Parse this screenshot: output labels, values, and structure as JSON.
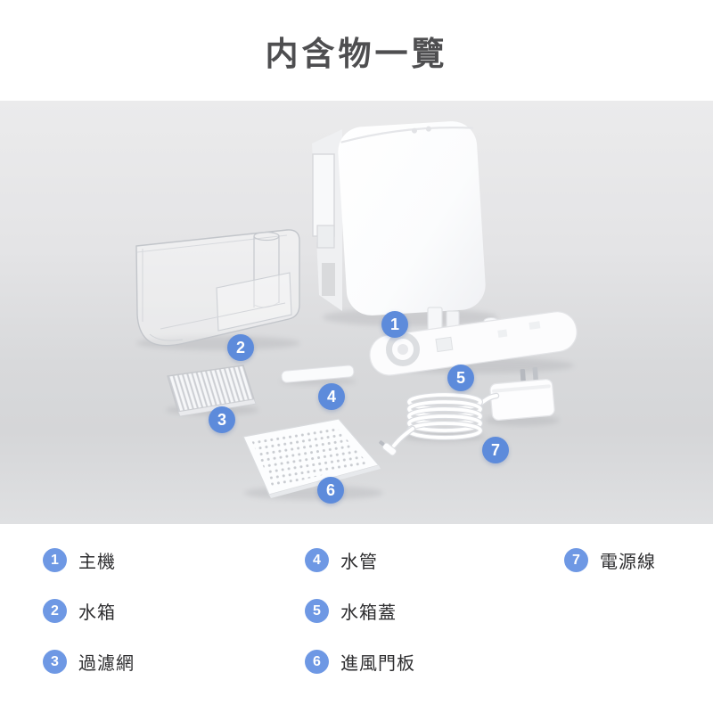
{
  "title": "内含物一覽",
  "colors": {
    "callout_badge": "#5d8bdb",
    "legend_badge": "#6e98e4",
    "title_text": "#4e4e50",
    "legend_text": "#2e2e30",
    "photo_bg_top": "#ebebec",
    "photo_bg_mid": "#d5d6d8",
    "photo_bg_bottom": "#dfe0e2"
  },
  "callouts": [
    "1",
    "2",
    "3",
    "4",
    "5",
    "6",
    "7"
  ],
  "legend": {
    "items": [
      {
        "num": "1",
        "label": "主機"
      },
      {
        "num": "2",
        "label": "水箱"
      },
      {
        "num": "3",
        "label": "過濾網"
      },
      {
        "num": "4",
        "label": "水管"
      },
      {
        "num": "5",
        "label": "水箱蓋"
      },
      {
        "num": "6",
        "label": "進風門板"
      },
      {
        "num": "7",
        "label": "電源線"
      }
    ]
  },
  "icons": {
    "product_parts": [
      "main-unit",
      "water-tank",
      "filter",
      "water-pipe",
      "tank-cover",
      "intake-panel",
      "power-cord"
    ]
  }
}
